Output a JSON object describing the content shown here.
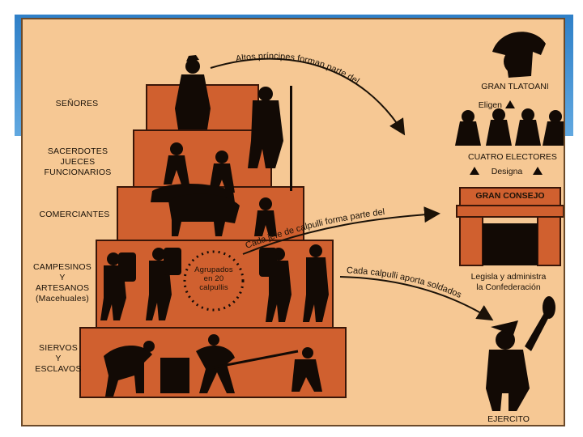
{
  "pyramid": {
    "levels": [
      {
        "label": "SEÑORES"
      },
      {
        "label": "SACERDOTES\nJUECES\nFUNCIONARIOS"
      },
      {
        "label": "COMERCIANTES"
      },
      {
        "label": "CAMPESINOS\nY\nARTESANOS\n(Macehuales)"
      },
      {
        "label": "SIERVOS\nY\nESCLAVOS"
      }
    ],
    "calpulli_badge": "Agrupados\nen 20\ncalpullis"
  },
  "arrows": {
    "top": "Altos príncipes forman parte del",
    "middle": "Cada jefe de calpulli forma parte del",
    "bottom": "Cada calpulli aporta soldados"
  },
  "government": {
    "tlatoani": "GRAN TLATOANI",
    "eligen": "Eligen",
    "electores": "CUATRO ELECTORES",
    "designa": "Designa",
    "consejo": "GRAN CONSEJO",
    "consejo_desc": "Legisla y administra\nla Confederación",
    "ejercito": "EJERCITO"
  },
  "colors": {
    "background": "#f6c894",
    "level_fill": "#d0602f",
    "silhouette": "#120a05",
    "slide_band": "#3b86cf"
  }
}
